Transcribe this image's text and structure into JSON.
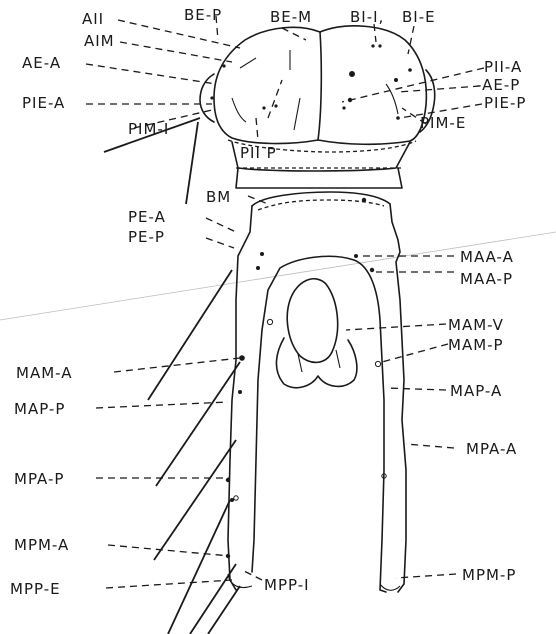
{
  "labels": {
    "all": "AII",
    "aim": "AIM",
    "ae_a": "AE-A",
    "pie_a": "PIE-A",
    "pim_i": "PIM-I",
    "pii_p": "PII P",
    "be_p": "BE-P",
    "be_m": "BE-M",
    "bi_i": "BI-I,",
    "bi_e": "BI-E",
    "pii_a": "PII-A",
    "ae_p": "-AE-P",
    "pie_p": "PIE-P",
    "pim_e": "PIM-E",
    "bm": "BM",
    "pe_a": "PE-A",
    "pe_p": "PE-P",
    "maa_a": "MAA-A",
    "maa_p": "MAA-P",
    "mam_v": "MAM-V",
    "mam_p": "MAM-P",
    "mam_a": "MAM-A",
    "map_a": "MAP-A",
    "map_p": "MAP-P",
    "mpa_a": "MPA-A",
    "mpa_p": "MPA-P",
    "mpm_a": "MPM-A",
    "mpm_p": "MPM-P",
    "mpp_e": "MPP-E",
    "mpp_i": "MPP-I"
  }
}
